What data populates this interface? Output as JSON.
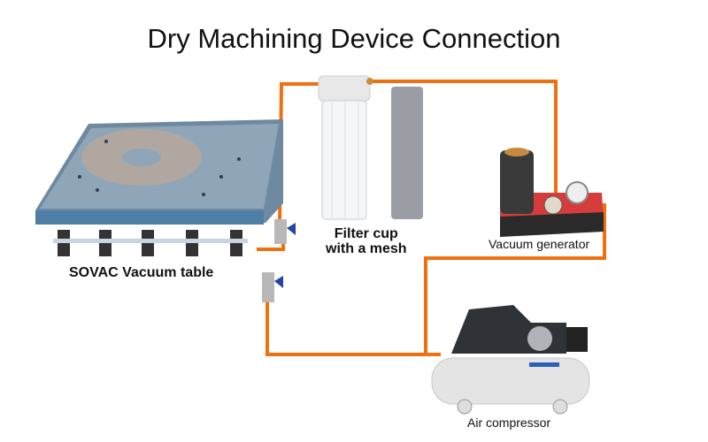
{
  "title": "Dry Machining Device Connection",
  "labels": {
    "vacuum_table": "SOVAC Vacuum table",
    "filter_line1": "Filter cup",
    "filter_line2": "with a mesh",
    "vacuum_generator": "Vacuum generator",
    "air_compressor": "Air compressor"
  },
  "colors": {
    "pipe": "#f07010",
    "table": "#7a93a8",
    "generator": "#d63c3c"
  }
}
